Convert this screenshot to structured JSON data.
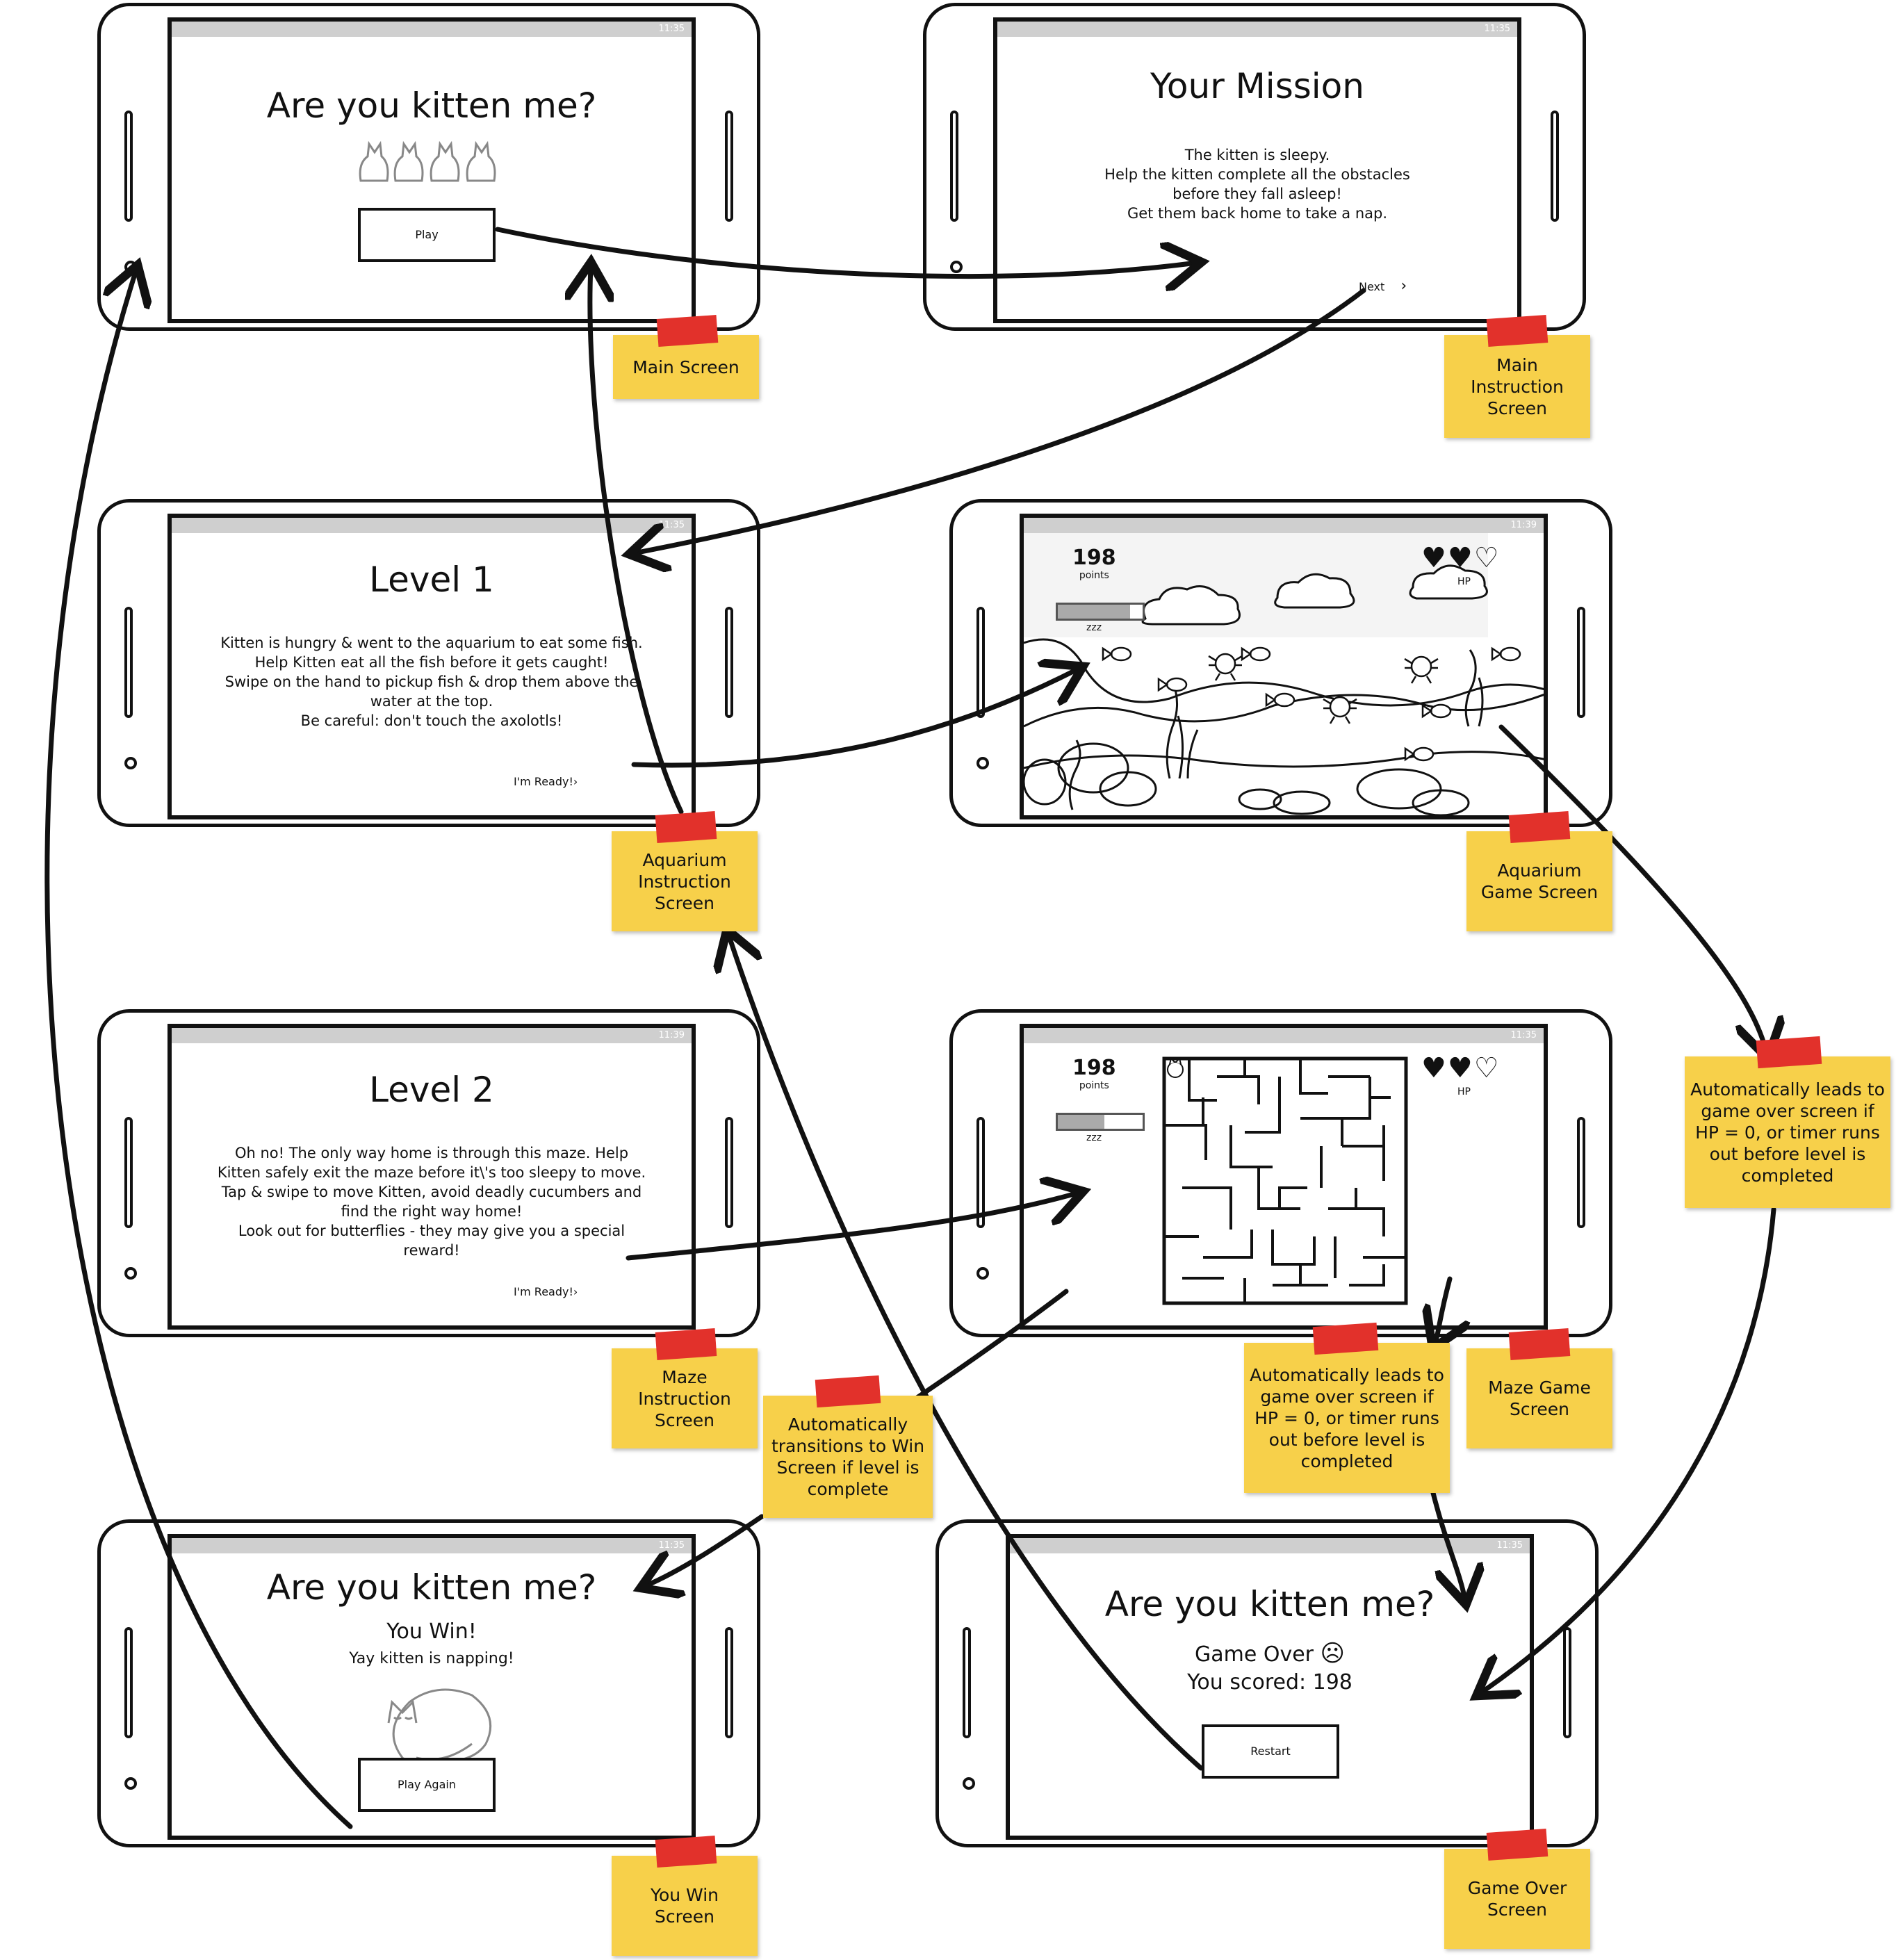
{
  "status_time_a": "11:35",
  "status_time_b": "11:39",
  "main_screen": {
    "title": "Are you kitten me?",
    "play_label": "Play"
  },
  "mission_screen": {
    "title": "Your Mission",
    "lines": [
      "The kitten is sleepy.",
      "Help the kitten complete all the obstacles",
      "before they fall asleep!",
      "Get them back home to take a nap."
    ],
    "next_label": "Next"
  },
  "level1_screen": {
    "title": "Level 1",
    "lines": [
      "Kitten is hungry & went to the aquarium to eat some fish.",
      "Help Kitten eat all the fish before it gets caught!",
      "Swipe on the hand to pickup fish & drop them above the",
      "water at the top.",
      "Be careful: don't touch the axolotls!"
    ],
    "ready_label": "I'm Ready!"
  },
  "aquarium_game": {
    "points_value": "198",
    "points_label": "points",
    "timer_label": "zzz",
    "hp_label": "HP",
    "hearts_full": 2,
    "hearts_total": 3,
    "timer_fraction": 0.85
  },
  "level2_screen": {
    "title": "Level 2",
    "lines": [
      "Oh no! The only way home is through this maze. Help",
      "Kitten safely exit the maze before it\\'s too sleepy to move.",
      "Tap & swipe to move Kitten, avoid deadly cucumbers and",
      "find the right way home!",
      "Look out for butterflies - they may give you a special",
      "reward!"
    ],
    "ready_label": "I'm Ready!"
  },
  "maze_game": {
    "points_value": "198",
    "points_label": "points",
    "timer_label": "zzz",
    "hp_label": "HP",
    "hearts_full": 2,
    "hearts_total": 3,
    "timer_fraction": 0.55
  },
  "win_screen": {
    "title": "Are you kitten me?",
    "heading": "You Win!",
    "subtitle": "Yay kitten is napping!",
    "play_again_label": "Play Again"
  },
  "gameover_screen": {
    "title": "Are you kitten me?",
    "heading": "Game Over",
    "score_text": "You scored: 198",
    "restart_label": "Restart"
  },
  "notes": {
    "main": [
      "Main Screen"
    ],
    "main_instruction": [
      "Main",
      "Instruction",
      "Screen"
    ],
    "aquarium_instruction": [
      "Aquarium",
      "Instruction",
      "Screen"
    ],
    "aquarium_game": [
      "Aquarium",
      "Game Screen"
    ],
    "maze_instruction": [
      "Maze",
      "Instruction",
      "Screen"
    ],
    "maze_game": [
      "Maze Game",
      "Screen"
    ],
    "win": [
      "You Win",
      "Screen"
    ],
    "gameover": [
      "Game Over",
      "Screen"
    ],
    "auto_win": [
      "Automatically",
      "transitions to Win",
      "Screen if level is",
      "complete"
    ],
    "auto_over_maze": [
      "Automatically leads to",
      "game over screen if",
      "HP = 0, or timer runs",
      "out before level is",
      "completed"
    ],
    "auto_over_aquarium": [
      "Automatically leads to",
      "game over screen if",
      "HP = 0, or timer runs",
      "out before level is",
      "completed"
    ]
  }
}
